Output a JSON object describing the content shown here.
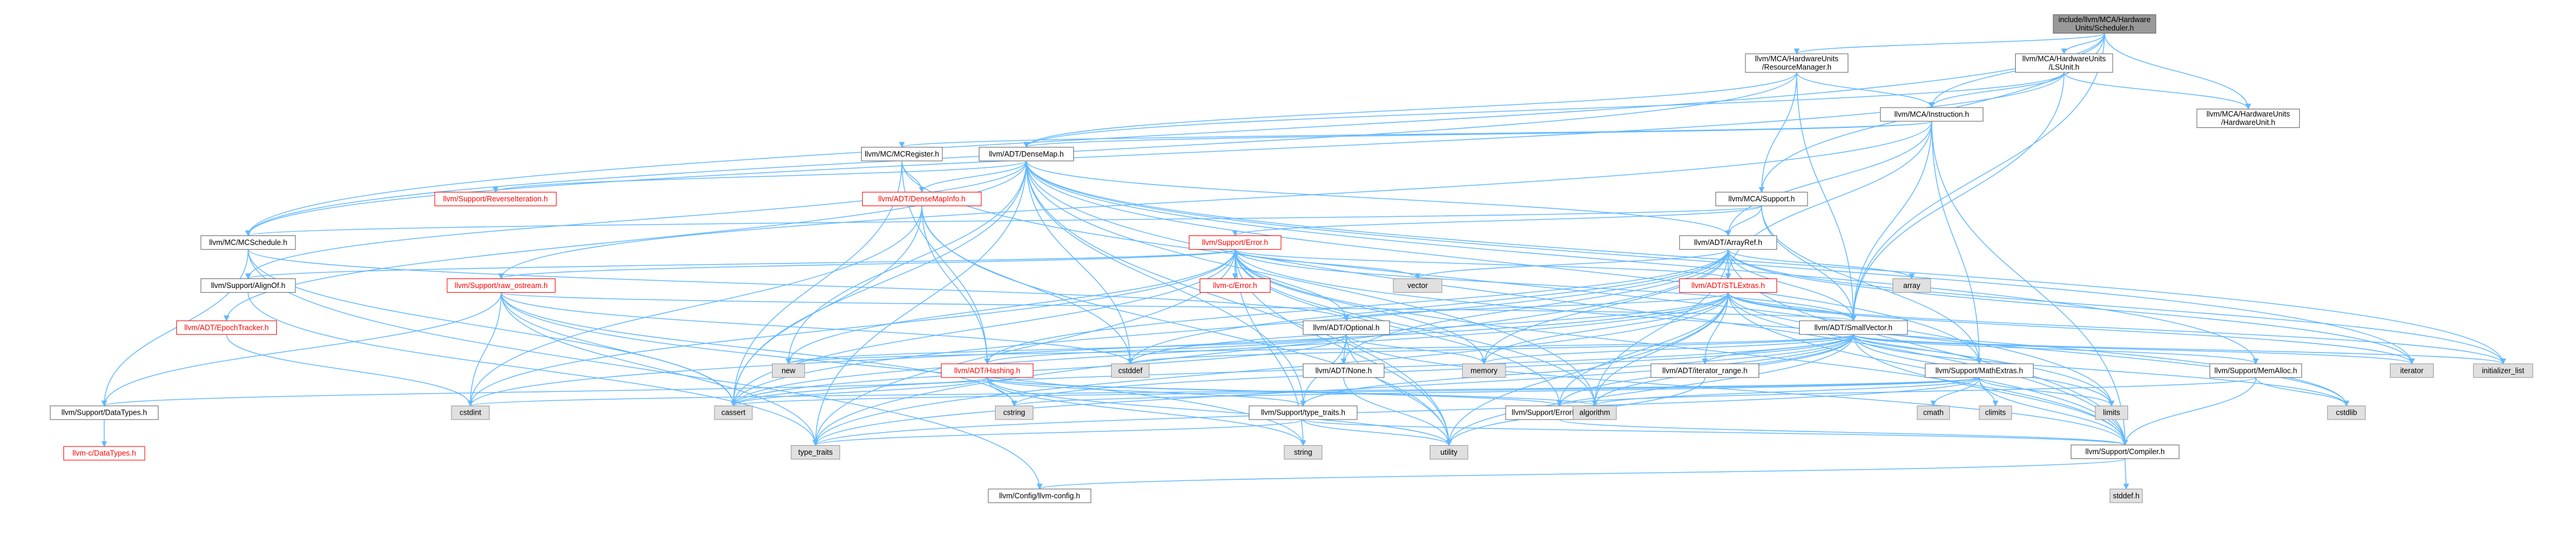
{
  "diagram": {
    "nodes": [
      {
        "id": "root",
        "lines": [
          "include/llvm/MCA/Hardware",
          "Units/Scheduler.h"
        ],
        "kind": "root"
      },
      {
        "id": "resmgr",
        "lines": [
          "llvm/MCA/HardwareUnits",
          "/ResourceManager.h"
        ],
        "kind": "normal"
      },
      {
        "id": "lsunit",
        "lines": [
          "llvm/MCA/HardwareUnits",
          "/LSUnit.h"
        ],
        "kind": "normal"
      },
      {
        "id": "hwunit",
        "lines": [
          "llvm/MCA/HardwareUnits",
          "/HardwareUnit.h"
        ],
        "kind": "normal"
      },
      {
        "id": "instruction",
        "lines": [
          "llvm/MCA/Instruction.h"
        ],
        "kind": "normal"
      },
      {
        "id": "mcregister",
        "lines": [
          "llvm/MC/MCRegister.h"
        ],
        "kind": "normal"
      },
      {
        "id": "densemap",
        "lines": [
          "llvm/ADT/DenseMap.h"
        ],
        "kind": "normal"
      },
      {
        "id": "reverseiter",
        "lines": [
          "llvm/Support/ReverseIteration.h"
        ],
        "kind": "red"
      },
      {
        "id": "densemapinfo",
        "lines": [
          "llvm/ADT/DenseMapInfo.h"
        ],
        "kind": "red"
      },
      {
        "id": "mcasupport",
        "lines": [
          "llvm/MCA/Support.h"
        ],
        "kind": "normal"
      },
      {
        "id": "mcschedule",
        "lines": [
          "llvm/MC/MCSchedule.h"
        ],
        "kind": "normal"
      },
      {
        "id": "error",
        "lines": [
          "llvm/Support/Error.h"
        ],
        "kind": "red"
      },
      {
        "id": "arrayref",
        "lines": [
          "llvm/ADT/ArrayRef.h"
        ],
        "kind": "normal"
      },
      {
        "id": "cerror",
        "lines": [
          "llvm-c/Error.h"
        ],
        "kind": "red"
      },
      {
        "id": "vector",
        "lines": [
          "vector"
        ],
        "kind": "lib"
      },
      {
        "id": "array",
        "lines": [
          "array"
        ],
        "kind": "lib"
      },
      {
        "id": "stlextras",
        "lines": [
          "llvm/ADT/STLExtras.h"
        ],
        "kind": "red"
      },
      {
        "id": "alignof",
        "lines": [
          "llvm/Support/AlignOf.h"
        ],
        "kind": "normal"
      },
      {
        "id": "rawostream",
        "lines": [
          "llvm/Support/raw_ostream.h"
        ],
        "kind": "red"
      },
      {
        "id": "epochtracker",
        "lines": [
          "llvm/ADT/EpochTracker.h"
        ],
        "kind": "red"
      },
      {
        "id": "optional",
        "lines": [
          "llvm/ADT/Optional.h"
        ],
        "kind": "normal"
      },
      {
        "id": "smallvector",
        "lines": [
          "llvm/ADT/SmallVector.h"
        ],
        "kind": "normal"
      },
      {
        "id": "none",
        "lines": [
          "llvm/ADT/None.h"
        ],
        "kind": "normal"
      },
      {
        "id": "iterrange",
        "lines": [
          "llvm/ADT/iterator_range.h"
        ],
        "kind": "normal"
      },
      {
        "id": "hashing",
        "lines": [
          "llvm/ADT/Hashing.h"
        ],
        "kind": "red"
      },
      {
        "id": "mathextras",
        "lines": [
          "llvm/Support/MathExtras.h"
        ],
        "kind": "normal"
      },
      {
        "id": "memalloc",
        "lines": [
          "llvm/Support/MemAlloc.h"
        ],
        "kind": "normal"
      },
      {
        "id": "datatypes",
        "lines": [
          "llvm/Support/DataTypes.h"
        ],
        "kind": "normal"
      },
      {
        "id": "cdatatypes",
        "lines": [
          "llvm-c/DataTypes.h"
        ],
        "kind": "red"
      },
      {
        "id": "typetraits",
        "lines": [
          "llvm/Support/type_traits.h"
        ],
        "kind": "normal"
      },
      {
        "id": "errorhandling",
        "lines": [
          "llvm/Support/ErrorHandling.h"
        ],
        "kind": "normal"
      },
      {
        "id": "compiler",
        "lines": [
          "llvm/Support/Compiler.h"
        ],
        "kind": "normal"
      },
      {
        "id": "llvmconfig",
        "lines": [
          "llvm/Config/llvm-config.h"
        ],
        "kind": "normal"
      },
      {
        "id": "stddef_h",
        "lines": [
          "stddef.h"
        ],
        "kind": "lib"
      },
      {
        "id": "new",
        "lines": [
          "new"
        ],
        "kind": "lib"
      },
      {
        "id": "cstddef",
        "lines": [
          "cstddef"
        ],
        "kind": "lib"
      },
      {
        "id": "memory",
        "lines": [
          "memory"
        ],
        "kind": "lib"
      },
      {
        "id": "iterator",
        "lines": [
          "iterator"
        ],
        "kind": "lib"
      },
      {
        "id": "initlist",
        "lines": [
          "initializer_list"
        ],
        "kind": "lib"
      },
      {
        "id": "cstdint",
        "lines": [
          "cstdint"
        ],
        "kind": "lib"
      },
      {
        "id": "cassert",
        "lines": [
          "cassert"
        ],
        "kind": "lib"
      },
      {
        "id": "cstring",
        "lines": [
          "cstring"
        ],
        "kind": "lib"
      },
      {
        "id": "algorithm",
        "lines": [
          "algorithm"
        ],
        "kind": "lib"
      },
      {
        "id": "cmath",
        "lines": [
          "cmath"
        ],
        "kind": "lib"
      },
      {
        "id": "climits",
        "lines": [
          "climits"
        ],
        "kind": "lib"
      },
      {
        "id": "limits",
        "lines": [
          "limits"
        ],
        "kind": "lib"
      },
      {
        "id": "cstdlib",
        "lines": [
          "cstdlib"
        ],
        "kind": "lib"
      },
      {
        "id": "type_traits",
        "lines": [
          "type_traits"
        ],
        "kind": "lib"
      },
      {
        "id": "string",
        "lines": [
          "string"
        ],
        "kind": "lib"
      },
      {
        "id": "utility",
        "lines": [
          "utility"
        ],
        "kind": "lib"
      }
    ],
    "edges": [
      [
        "root",
        "resmgr"
      ],
      [
        "root",
        "lsunit"
      ],
      [
        "root",
        "hwunit"
      ],
      [
        "root",
        "mcschedule"
      ],
      [
        "root",
        "mcasupport"
      ],
      [
        "root",
        "smallvector"
      ],
      [
        "root",
        "instruction"
      ],
      [
        "resmgr",
        "instruction"
      ],
      [
        "resmgr",
        "mcasupport"
      ],
      [
        "resmgr",
        "mcschedule"
      ],
      [
        "resmgr",
        "densemap"
      ],
      [
        "resmgr",
        "smallvector"
      ],
      [
        "lsunit",
        "hwunit"
      ],
      [
        "lsunit",
        "instruction"
      ],
      [
        "lsunit",
        "mcschedule"
      ],
      [
        "lsunit",
        "smallvector"
      ],
      [
        "lsunit",
        "densemap"
      ],
      [
        "instruction",
        "mcregister"
      ],
      [
        "instruction",
        "densemap"
      ],
      [
        "instruction",
        "arrayref"
      ],
      [
        "instruction",
        "stlextras"
      ],
      [
        "instruction",
        "smallvector"
      ],
      [
        "instruction",
        "mathextras"
      ],
      [
        "instruction",
        "rawostream"
      ],
      [
        "instruction",
        "compiler"
      ],
      [
        "mcregister",
        "densemapinfo"
      ],
      [
        "mcregister",
        "hashing"
      ],
      [
        "mcregister",
        "cassert"
      ],
      [
        "mcregister",
        "limits"
      ],
      [
        "densemap",
        "reverseiter"
      ],
      [
        "densemap",
        "densemapinfo"
      ],
      [
        "densemap",
        "epochtracker"
      ],
      [
        "densemap",
        "alignof"
      ],
      [
        "densemap",
        "compiler"
      ],
      [
        "densemap",
        "mathextras"
      ],
      [
        "densemap",
        "memalloc"
      ],
      [
        "densemap",
        "typetraits"
      ],
      [
        "densemap",
        "algorithm"
      ],
      [
        "densemap",
        "cassert"
      ],
      [
        "densemap",
        "cstddef"
      ],
      [
        "densemap",
        "initlist"
      ],
      [
        "densemap",
        "iterator"
      ],
      [
        "densemap",
        "new"
      ],
      [
        "densemap",
        "type_traits"
      ],
      [
        "densemap",
        "utility"
      ],
      [
        "densemap",
        "arrayref"
      ],
      [
        "densemapinfo",
        "hashing"
      ],
      [
        "densemapinfo",
        "cassert"
      ],
      [
        "densemapinfo",
        "cstddef"
      ],
      [
        "densemapinfo",
        "cstdint"
      ],
      [
        "densemapinfo",
        "utility"
      ],
      [
        "mcasupport",
        "arrayref"
      ],
      [
        "mcasupport",
        "smallvector"
      ],
      [
        "mcasupport",
        "mcschedule"
      ],
      [
        "mcasupport",
        "error"
      ],
      [
        "mcasupport",
        "mathextras"
      ],
      [
        "mcschedule",
        "optional"
      ],
      [
        "mcschedule",
        "datatypes"
      ],
      [
        "mcschedule",
        "cassert"
      ],
      [
        "mcschedule",
        "llvmconfig"
      ],
      [
        "error",
        "cerror"
      ],
      [
        "error",
        "stlextras"
      ],
      [
        "error",
        "smallvector"
      ],
      [
        "error",
        "alignof"
      ],
      [
        "error",
        "compiler"
      ],
      [
        "error",
        "debug"
      ],
      [
        "error",
        "errorhandling"
      ],
      [
        "error",
        "rawostream"
      ],
      [
        "error",
        "algorithm"
      ],
      [
        "error",
        "cassert"
      ],
      [
        "error",
        "cstdint"
      ],
      [
        "error",
        "cstdlib"
      ],
      [
        "error",
        "functional"
      ],
      [
        "error",
        "memory"
      ],
      [
        "error",
        "new"
      ],
      [
        "error",
        "string"
      ],
      [
        "error",
        "system_error"
      ],
      [
        "error",
        "type_traits"
      ],
      [
        "error",
        "utility"
      ],
      [
        "error",
        "vector"
      ],
      [
        "error",
        "optional"
      ],
      [
        "arrayref",
        "hashing"
      ],
      [
        "arrayref",
        "none"
      ],
      [
        "arrayref",
        "smallvector"
      ],
      [
        "arrayref",
        "stlextras"
      ],
      [
        "arrayref",
        "compiler"
      ],
      [
        "arrayref",
        "algorithm"
      ],
      [
        "arrayref",
        "array"
      ],
      [
        "arrayref",
        "cassert"
      ],
      [
        "arrayref",
        "cstddef"
      ],
      [
        "arrayref",
        "initlist"
      ],
      [
        "arrayref",
        "iterator"
      ],
      [
        "arrayref",
        "memory"
      ],
      [
        "arrayref",
        "type_traits"
      ],
      [
        "arrayref",
        "vector"
      ],
      [
        "stlextras",
        "optional"
      ],
      [
        "stlextras",
        "stlforward"
      ],
      [
        "stlextras",
        "stlfunctional"
      ],
      [
        "stlextras",
        "iterrange"
      ],
      [
        "stlextras",
        "errorhandling"
      ],
      [
        "stlextras",
        "algorithm"
      ],
      [
        "stlextras",
        "cassert"
      ],
      [
        "stlextras",
        "cstddef"
      ],
      [
        "stlextras",
        "cstdint"
      ],
      [
        "stlextras",
        "cstdlib"
      ],
      [
        "stlextras",
        "functional"
      ],
      [
        "stlextras",
        "initlist"
      ],
      [
        "stlextras",
        "iterator"
      ],
      [
        "stlextras",
        "limits"
      ],
      [
        "stlextras",
        "memory"
      ],
      [
        "stlextras",
        "tuple"
      ],
      [
        "stlextras",
        "type_traits"
      ],
      [
        "stlextras",
        "utility"
      ],
      [
        "stlextras",
        "smallvector"
      ],
      [
        "stlextras",
        "compiler"
      ],
      [
        "alignof",
        "type_traits"
      ],
      [
        "rawostream",
        "datatypes"
      ],
      [
        "rawostream",
        "cassert"
      ],
      [
        "rawostream",
        "cstddef"
      ],
      [
        "rawostream",
        "cstdint"
      ],
      [
        "rawostream",
        "cstring"
      ],
      [
        "rawostream",
        "string"
      ],
      [
        "rawostream",
        "type_traits"
      ],
      [
        "rawostream",
        "smallvector"
      ],
      [
        "epochtracker",
        "cstdint"
      ],
      [
        "optional",
        "hashing"
      ],
      [
        "optional",
        "none"
      ],
      [
        "optional",
        "compiler"
      ],
      [
        "optional",
        "typetraits"
      ],
      [
        "optional",
        "cassert"
      ],
      [
        "optional",
        "memory"
      ],
      [
        "optional",
        "new"
      ],
      [
        "optional",
        "utility"
      ],
      [
        "smallvector",
        "iterrange"
      ],
      [
        "smallvector",
        "compiler"
      ],
      [
        "smallvector",
        "errorhandling"
      ],
      [
        "smallvector",
        "mathextras"
      ],
      [
        "smallvector",
        "memalloc"
      ],
      [
        "smallvector",
        "typetraits"
      ],
      [
        "smallvector",
        "algorithm"
      ],
      [
        "smallvector",
        "cassert"
      ],
      [
        "smallvector",
        "cstddef"
      ],
      [
        "smallvector",
        "cstdlib"
      ],
      [
        "smallvector",
        "cstring"
      ],
      [
        "smallvector",
        "initlist"
      ],
      [
        "smallvector",
        "iterator"
      ],
      [
        "smallvector",
        "limits"
      ],
      [
        "smallvector",
        "memory"
      ],
      [
        "smallvector",
        "new"
      ],
      [
        "smallvector",
        "type_traits"
      ],
      [
        "smallvector",
        "utility"
      ],
      [
        "iterrange",
        "utility"
      ],
      [
        "hashing",
        "errorhandling"
      ],
      [
        "hashing",
        "datatypes"
      ],
      [
        "hashing",
        "typetraits"
      ],
      [
        "hashing",
        "algorithm"
      ],
      [
        "hashing",
        "cassert"
      ],
      [
        "hashing",
        "cstring"
      ],
      [
        "hashing",
        "string"
      ],
      [
        "hashing",
        "tuple"
      ],
      [
        "hashing",
        "utility"
      ],
      [
        "mathextras",
        "compiler"
      ],
      [
        "mathextras",
        "algorithm"
      ],
      [
        "mathextras",
        "cassert"
      ],
      [
        "mathextras",
        "climits"
      ],
      [
        "mathextras",
        "cmath"
      ],
      [
        "mathextras",
        "cstdint"
      ],
      [
        "mathextras",
        "cstring"
      ],
      [
        "mathextras",
        "limits"
      ],
      [
        "mathextras",
        "type_traits"
      ],
      [
        "memalloc",
        "compiler"
      ],
      [
        "memalloc",
        "errorhandling"
      ],
      [
        "memalloc",
        "cstdlib"
      ],
      [
        "datatypes",
        "cdatatypes"
      ],
      [
        "typetraits",
        "compiler"
      ],
      [
        "typetraits",
        "type_traits"
      ],
      [
        "typetraits",
        "utility"
      ],
      [
        "errorhandling",
        "compiler"
      ],
      [
        "compiler",
        "llvmconfig"
      ],
      [
        "compiler",
        "stddef_h"
      ],
      [
        "none",
        "utility"
      ]
    ]
  }
}
